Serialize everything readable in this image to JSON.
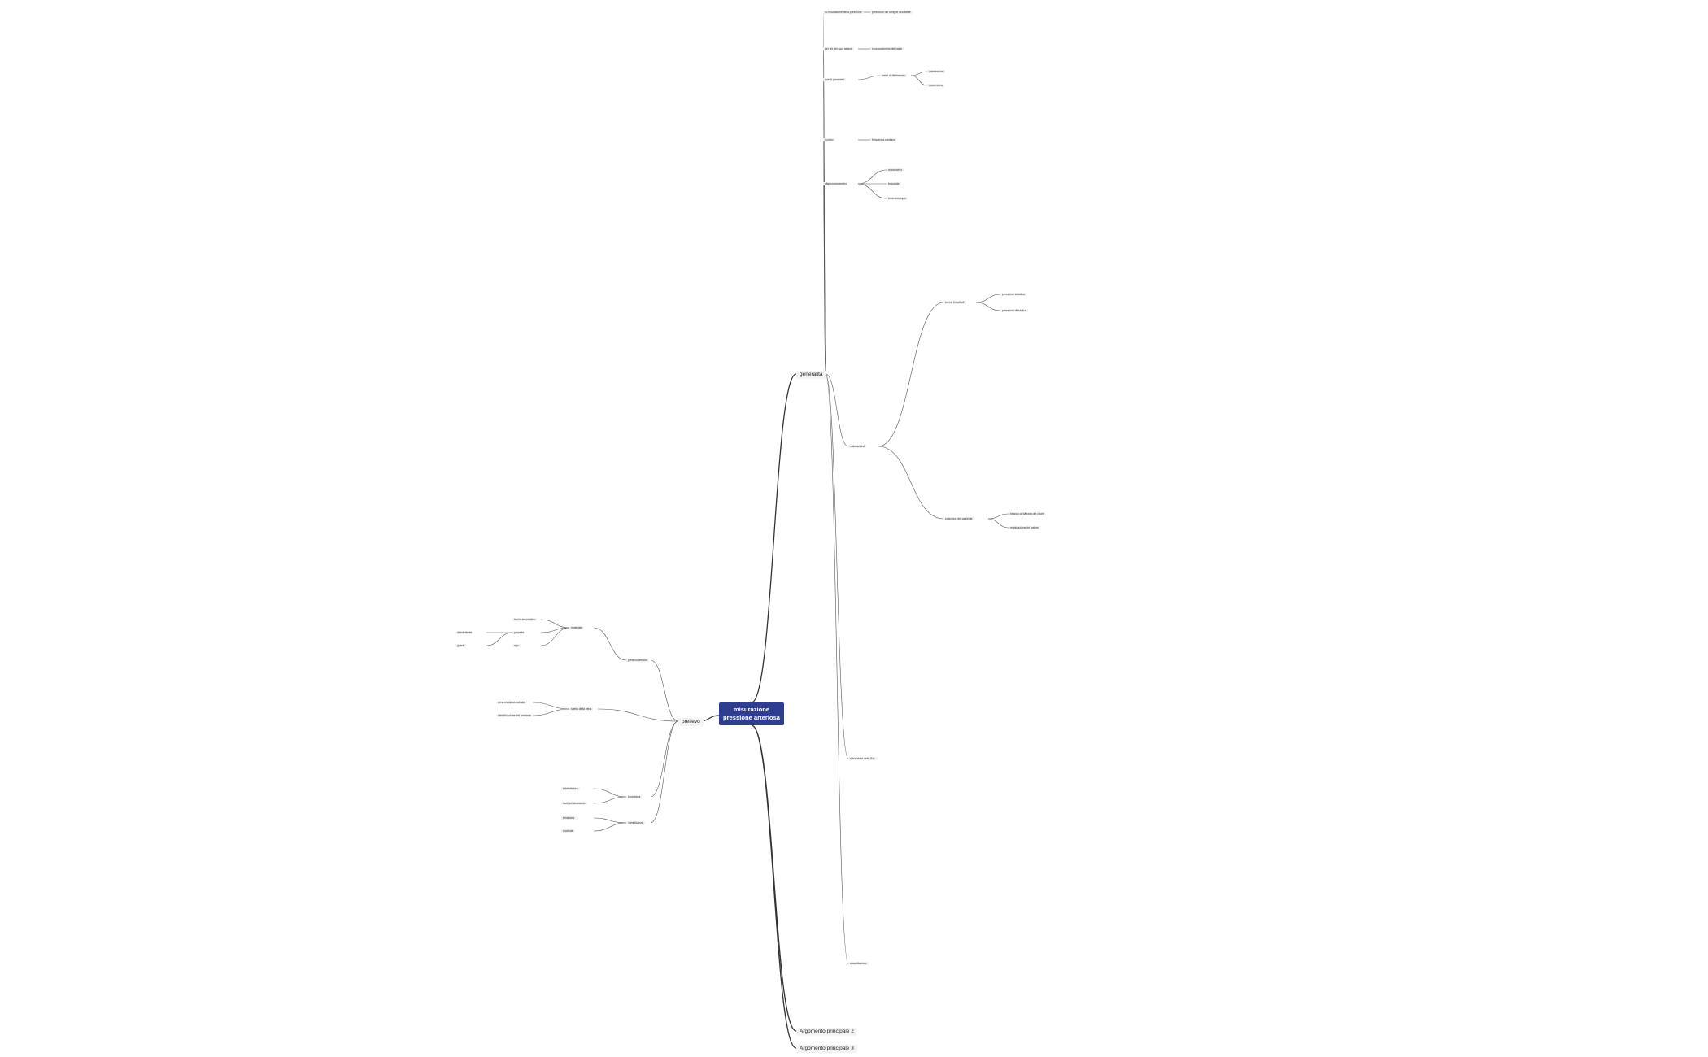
{
  "root": {
    "line1": "misurazione",
    "line2": "pressione arteriosa"
  },
  "main_topics": [
    {
      "label": "generalità"
    },
    {
      "label": "prelievo"
    },
    {
      "label": "Argomento principale 2"
    },
    {
      "label": "Argomento principale 3"
    }
  ],
  "generalita": {
    "phases": [
      {
        "label": "misurazione"
      },
      {
        "label": "rilevazione della P.A."
      },
      {
        "label": "auscultazione"
      }
    ],
    "nodes": [
      {
        "label": "la misurazione della pressione"
      },
      {
        "label": "pressione del sangue circolante"
      },
      {
        "label": "per fini dei suoi gestori"
      },
      {
        "label": "riconoscimento dei valori"
      },
      {
        "label": "questi parametri"
      },
      {
        "label": "valori di riferimento"
      },
      {
        "label": "ipertensione"
      },
      {
        "label": "ipotensione"
      },
      {
        "label": "il polso"
      },
      {
        "label": "frequenza cardiaca"
      },
      {
        "label": "sfigmomanometro"
      },
      {
        "label": "manometro"
      },
      {
        "label": "bracciale"
      },
      {
        "label": "fonendoscopio"
      },
      {
        "label": "toni di Korotkoff"
      },
      {
        "label": "pressione sistolica"
      },
      {
        "label": "pressione diastolica"
      },
      {
        "label": "posizione del paziente"
      },
      {
        "label": "braccio all'altezza del cuore"
      },
      {
        "label": "registrazione del valore"
      }
    ]
  },
  "prelievo": {
    "nodes": [
      {
        "label": "prelievo venoso"
      },
      {
        "label": "materiale"
      },
      {
        "label": "laccio emostatico"
      },
      {
        "label": "provette"
      },
      {
        "label": "ago"
      },
      {
        "label": "disinfettante"
      },
      {
        "label": "guanti"
      },
      {
        "label": "scelta della vena"
      },
      {
        "label": "vena mediana cubitale"
      },
      {
        "label": "identificazione del paziente"
      },
      {
        "label": "procedura"
      },
      {
        "label": "etichettatura"
      },
      {
        "label": "invio al laboratorio"
      },
      {
        "label": "complicanze"
      },
      {
        "label": "ematoma"
      },
      {
        "label": "lipotimia"
      }
    ]
  },
  "colors": {
    "root_fill": "#2f3d8f",
    "root_text": "#ffffff",
    "node_fill": "#f1f1f1",
    "connector": "#555555",
    "trunk": "#333333",
    "background": "#ffffff"
  }
}
